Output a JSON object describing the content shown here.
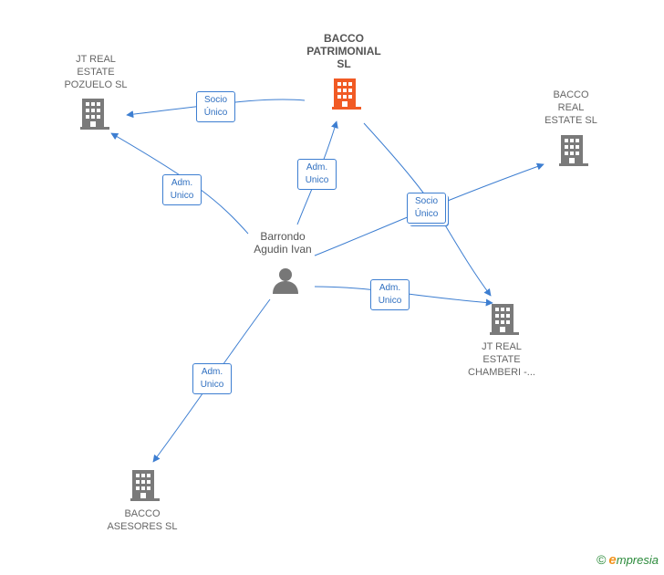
{
  "colors": {
    "edge": "#3d7ed1",
    "building": "#7a7a7a",
    "building_main": "#f15a24",
    "person": "#777777"
  },
  "nodes": {
    "bacco_patrimonial": {
      "label": "BACCO\nPATRIMONIAL\nSL"
    },
    "jt_pozuelo": {
      "label": "JT REAL\nESTATE\nPOZUELO  SL"
    },
    "bacco_real_estate": {
      "label": "BACCO\nREAL\nESTATE  SL"
    },
    "jt_chamberi": {
      "label": "JT REAL\nESTATE\nCHAMBERI -..."
    },
    "bacco_asesores": {
      "label": "BACCO\nASESORES SL"
    },
    "person": {
      "label": "Barrondo\nAgudin Ivan"
    }
  },
  "edges": {
    "e1": {
      "label": "Socio\nÚnico"
    },
    "e2": {
      "label": "Adm.\nUnico"
    },
    "e3": {
      "label": "Adm.\nUnico"
    },
    "e4": {
      "label": "Socio\nÚnico"
    },
    "e5": {
      "label": "Adm.\nUnico"
    },
    "e6": {
      "label": "Adm.\nUnico"
    }
  },
  "footer": {
    "copyright": "©",
    "brand_initial": "e",
    "brand_rest": "mpresia"
  }
}
